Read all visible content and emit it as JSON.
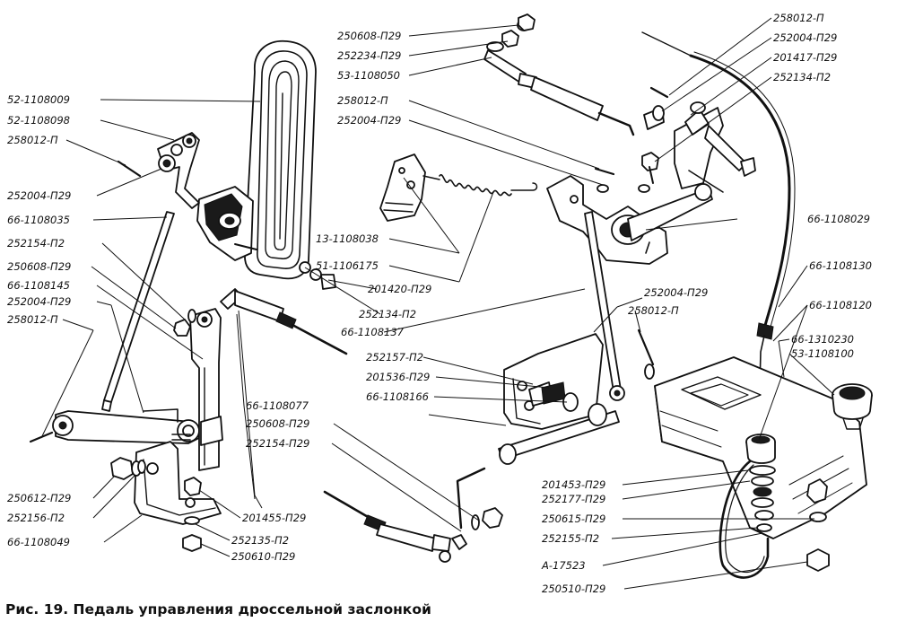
{
  "caption": "Рис. 19. Педаль управления дроссельной заслонкой",
  "callouts": [
    "52-1108009",
    "52-1108098",
    "258012-П",
    "252004-П29",
    "66-1108035",
    "252154-П2",
    "250608-П29",
    "66-1108145",
    "252004-П29",
    "258012-П",
    "250612-П29",
    "252156-П2",
    "66-1108049",
    "201455-П29",
    "252135-П2",
    "250610-П29",
    "66-1108077",
    "250608-П29",
    "252154-П29",
    "250608-П29",
    "252234-П29",
    "53-1108050",
    "258012-П",
    "252004-П29",
    "13-1108038",
    "51-1106175",
    "201420-П29",
    "252134-П2",
    "66-1108137",
    "252004-П29",
    "258012-П",
    "252157-П2",
    "201536-П29",
    "66-1108166",
    "258012-П",
    "252004-П29",
    "201417-П29",
    "252134-П2",
    "66-1108029",
    "66-1108130",
    "66-1108120",
    "66-1310230",
    "53-1108100",
    "201453-П29",
    "252177-П29",
    "250615-П29",
    "252155-П2",
    "А-17523",
    "250510-П29"
  ]
}
